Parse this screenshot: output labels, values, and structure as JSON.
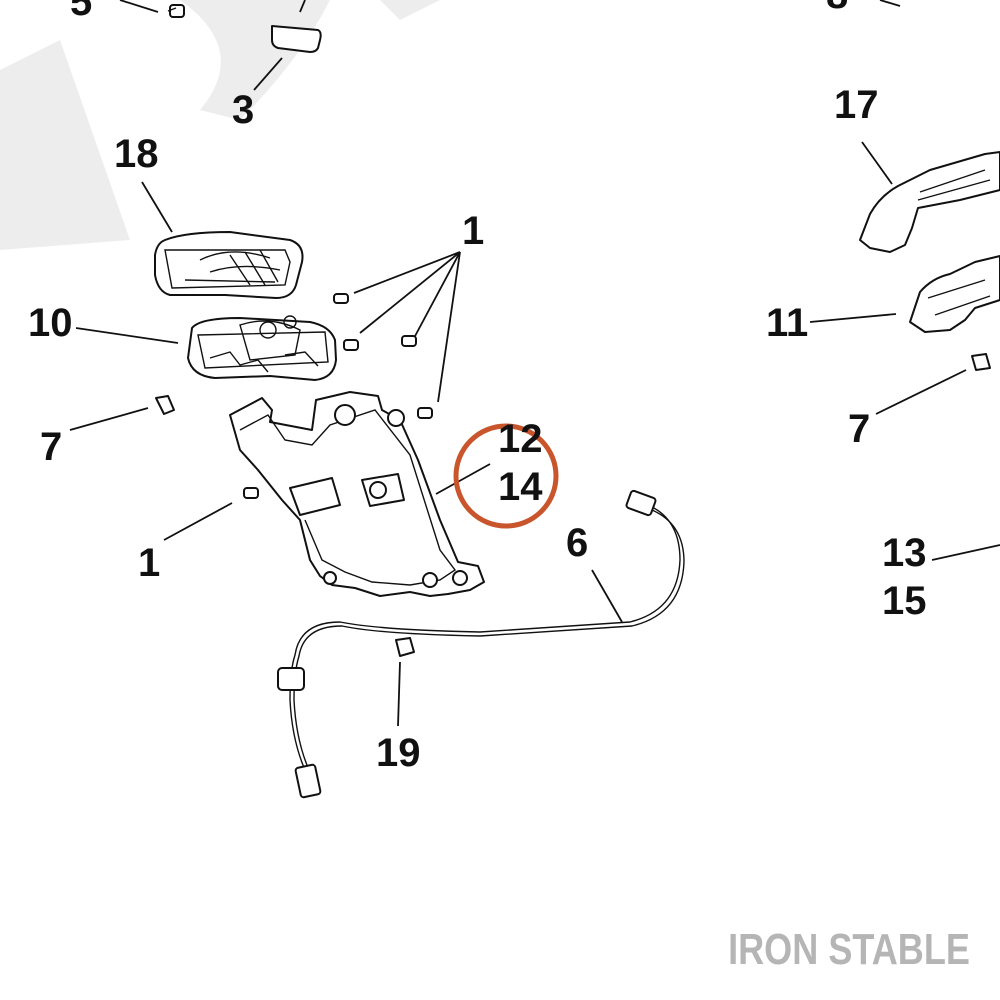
{
  "callouts": {
    "c5": "5",
    "c3": "3",
    "c8": "8",
    "c18": "18",
    "c17": "17",
    "c1_top": "1",
    "c10": "10",
    "c11": "11",
    "c7_left": "7",
    "c7_right": "7",
    "c12": "12",
    "c14": "14",
    "c6": "6",
    "c1_left": "1",
    "c13": "13",
    "c15": "15",
    "c19": "19"
  },
  "watermark": {
    "brand": "IRON STABLE"
  },
  "colors": {
    "highlight_circle": "#c8552b",
    "watermark_gray": "#b5b5b5",
    "background_watermark": "#ededed",
    "line": "#111111"
  }
}
